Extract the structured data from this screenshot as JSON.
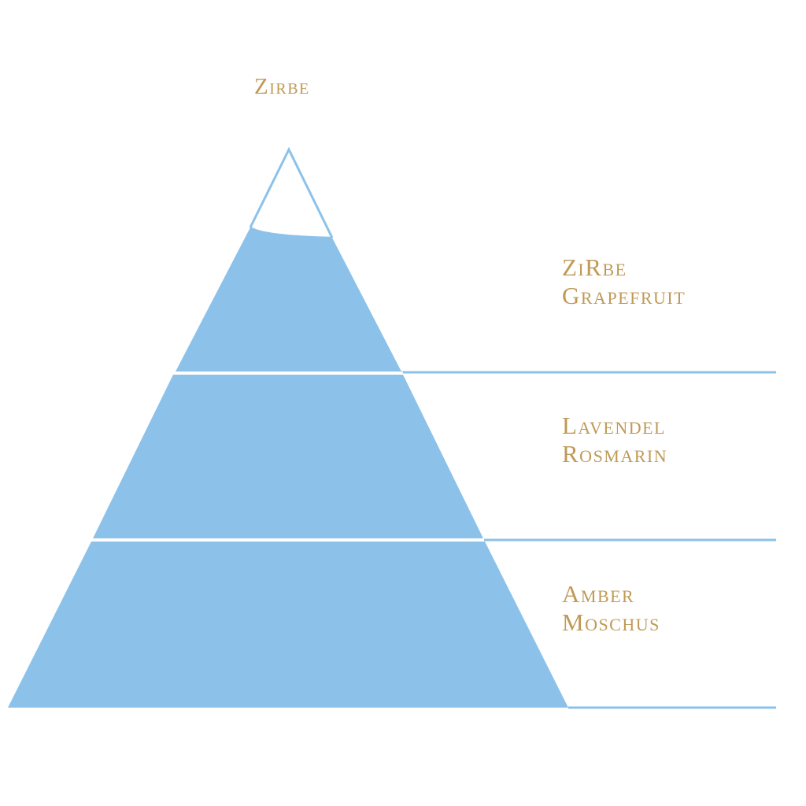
{
  "diagram": {
    "peak_label": "Zirbe",
    "tiers": [
      {
        "line1": "ZiRbe",
        "line2": "Grapefruit"
      },
      {
        "line1": "Lavendel",
        "line2": "Rosmarin"
      },
      {
        "line1": "Amber",
        "line2": "Moschus"
      }
    ],
    "colors": {
      "fill": "#8cc2ea",
      "outline": "#8cc2ea",
      "divider": "#ffffff",
      "text": "#bf9a55",
      "background": "#ffffff"
    }
  }
}
